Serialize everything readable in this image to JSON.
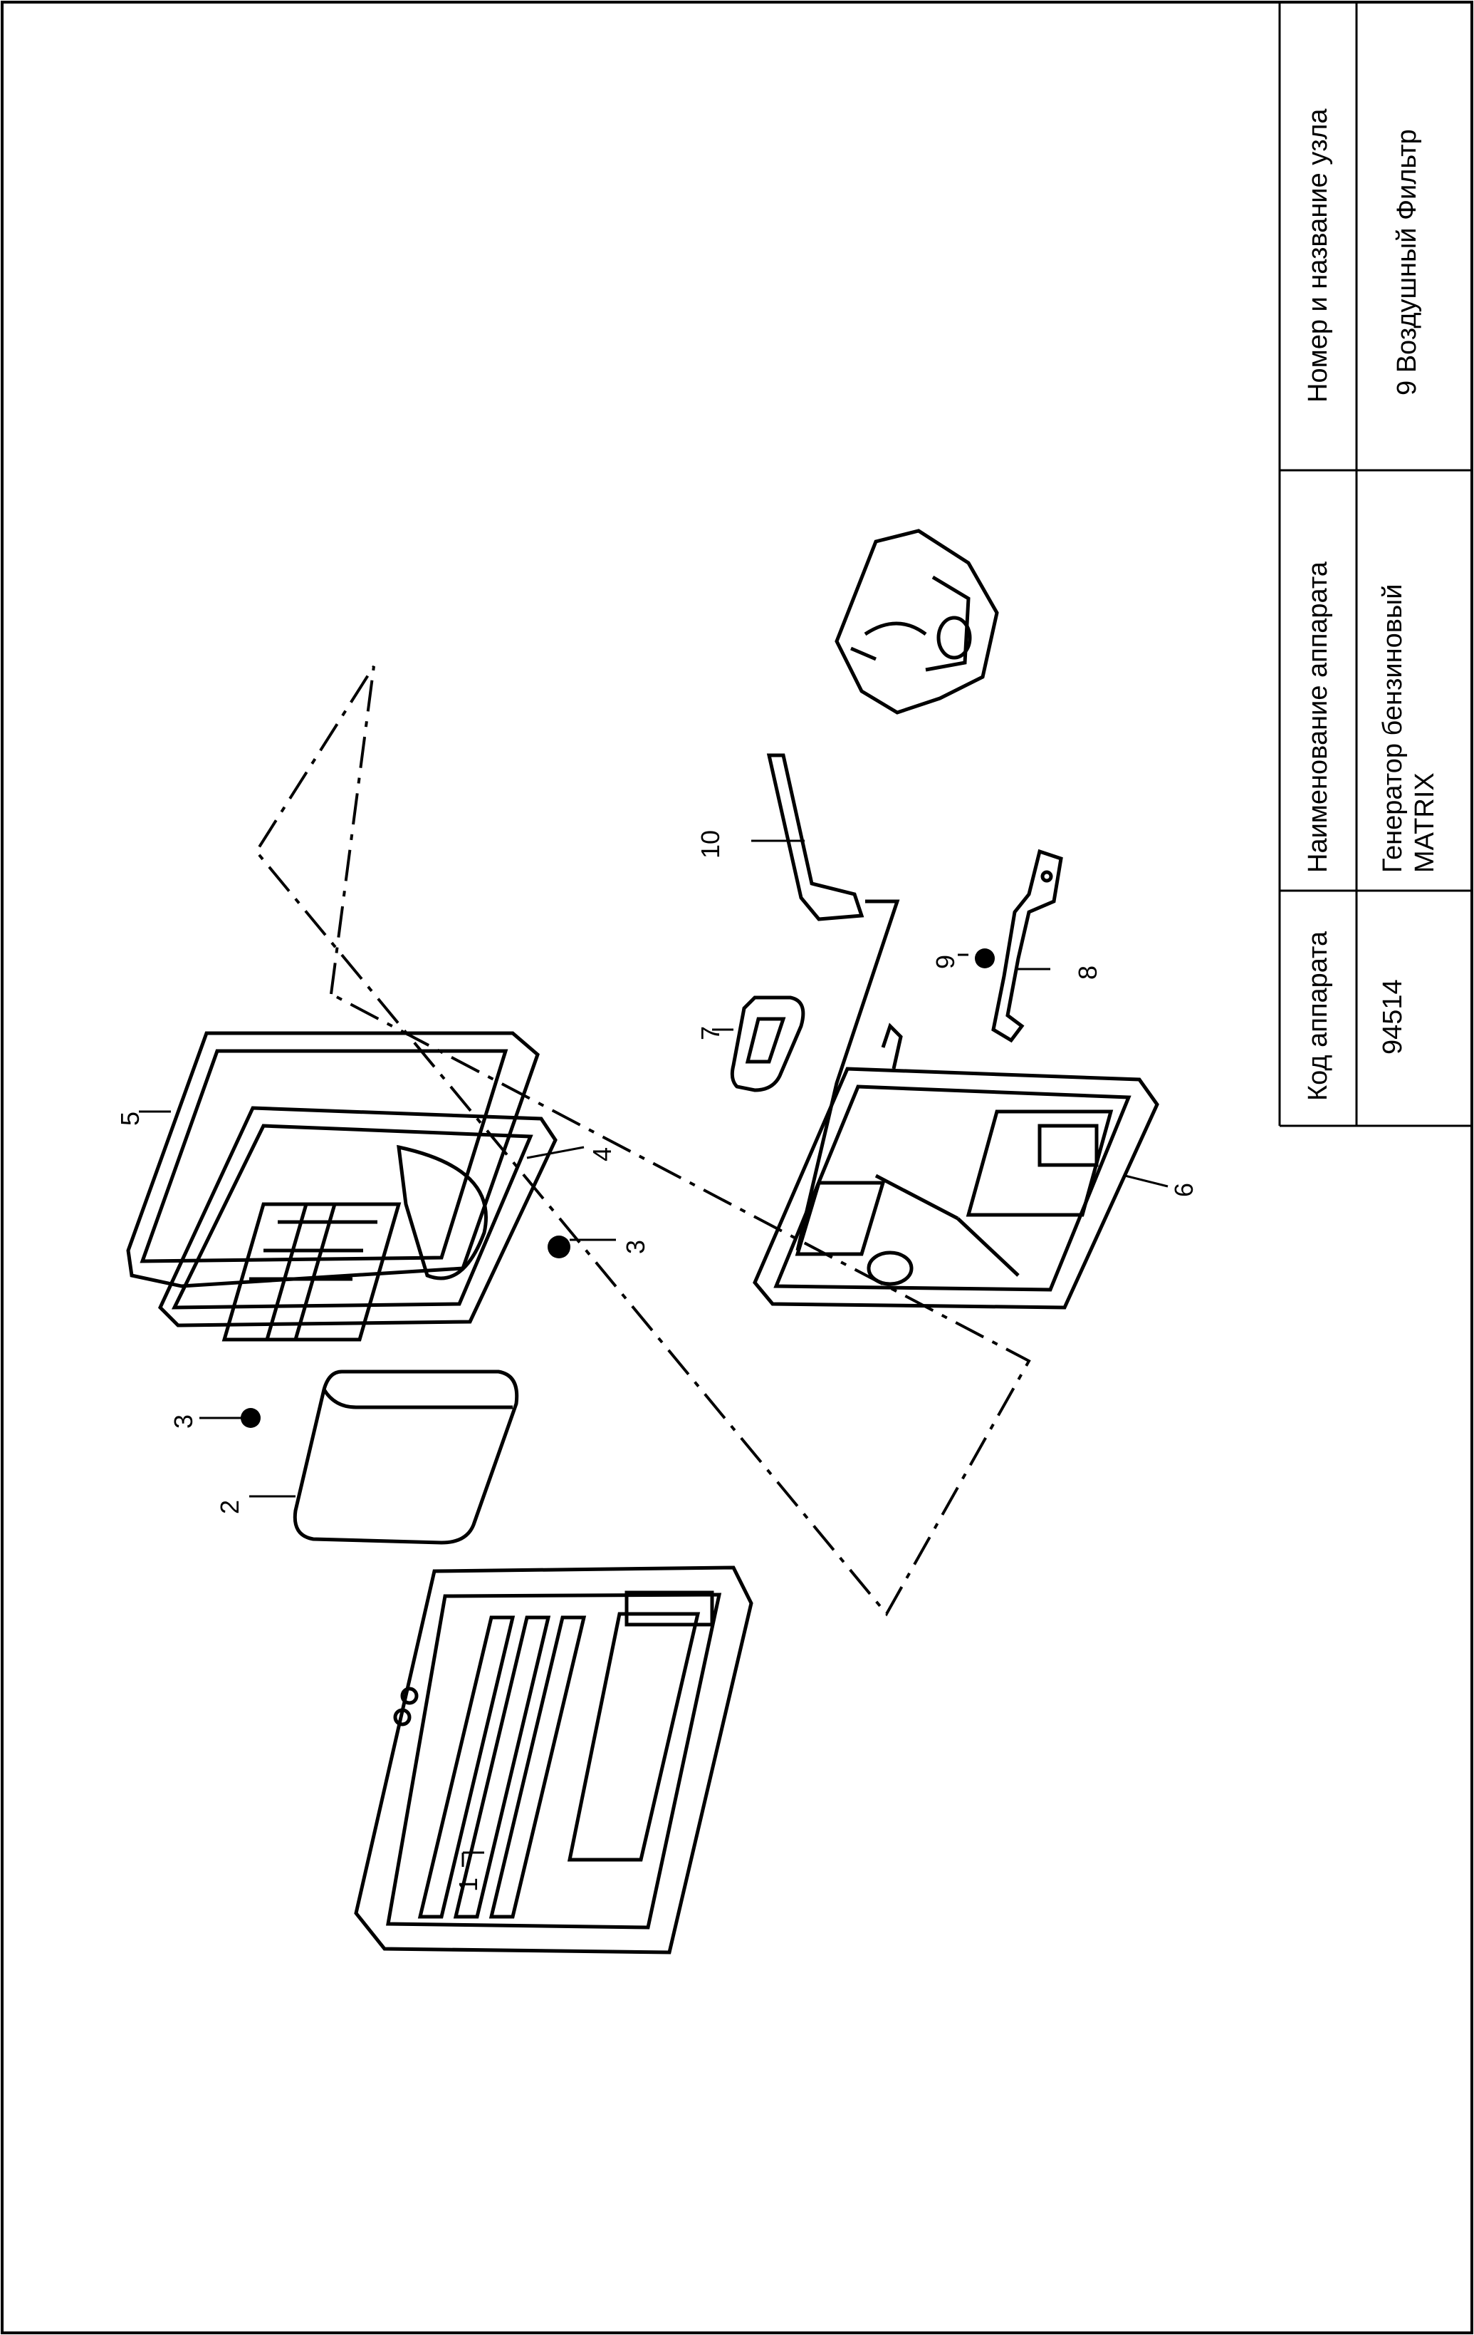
{
  "title_block": {
    "code_header": "Код аппарата",
    "code_value": "94514",
    "device_header": "Наименование аппарата",
    "device_value_line1": "Генератор бензиновый",
    "device_value_line2": "MATRIX",
    "assembly_header": "Номер и название узла",
    "assembly_value": "9 Воздушный Фильтр"
  },
  "callouts": {
    "p1": "1",
    "p2": "2",
    "p3a": "3",
    "p3b": "3",
    "p4": "4",
    "p5": "5",
    "p6": "6",
    "p7": "7",
    "p8": "8",
    "p9": "9",
    "p10": "10"
  }
}
